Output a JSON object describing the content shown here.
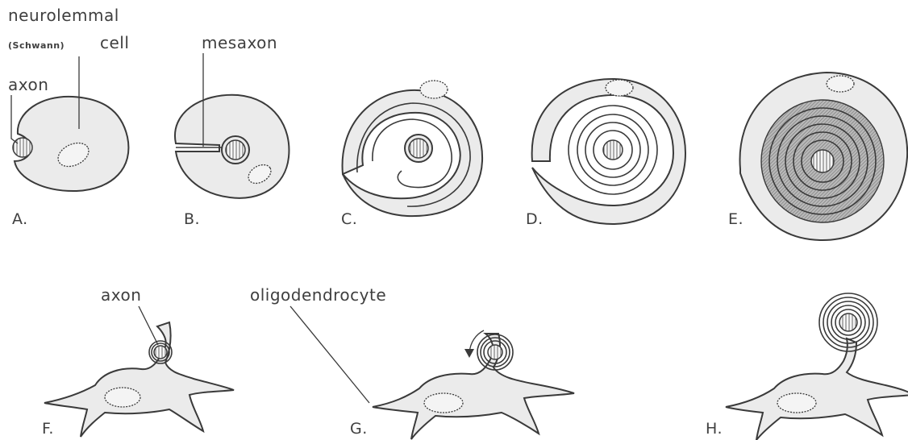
{
  "labels": {
    "neurolemmal": "neurolemmal",
    "schwann": "(Schwann)",
    "cell": "cell",
    "axon_top": "axon",
    "mesaxon": "mesaxon",
    "axon_bottom": "axon",
    "oligodendrocyte": "oligodendrocyte"
  },
  "panels": {
    "A": "A.",
    "B": "B.",
    "C": "C.",
    "D": "D.",
    "E": "E.",
    "F": "F.",
    "G": "G.",
    "H": "H."
  }
}
